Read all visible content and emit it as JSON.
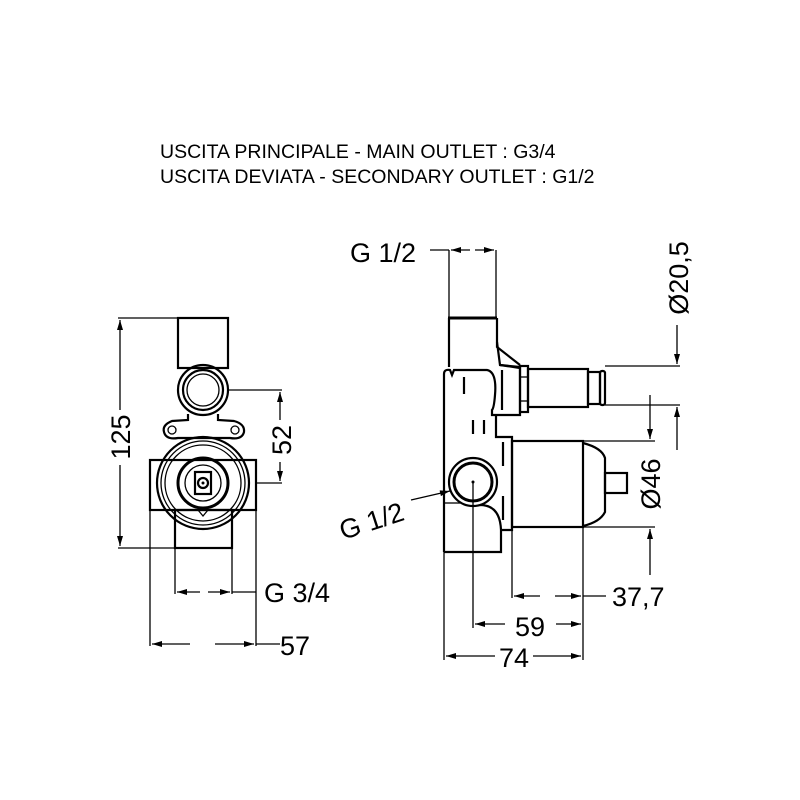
{
  "header": {
    "line1": "USCITA PRINCIPALE - MAIN OUTLET : G3/4",
    "line2": "USCITA DEVIATA - SECONDARY OUTLET : G1/2"
  },
  "front_view": {
    "height_total": "125",
    "outlet_spacing": "52",
    "main_outlet_thread": "G 3/4",
    "width_total": "57"
  },
  "side_view": {
    "top_thread": "G 1/2",
    "stem_diameter": "Ø20,5",
    "body_diameter": "Ø46",
    "inlet_thread": "G 1/2",
    "depth_cover": "37,7",
    "depth_inlet": "59",
    "depth_total": "74"
  }
}
